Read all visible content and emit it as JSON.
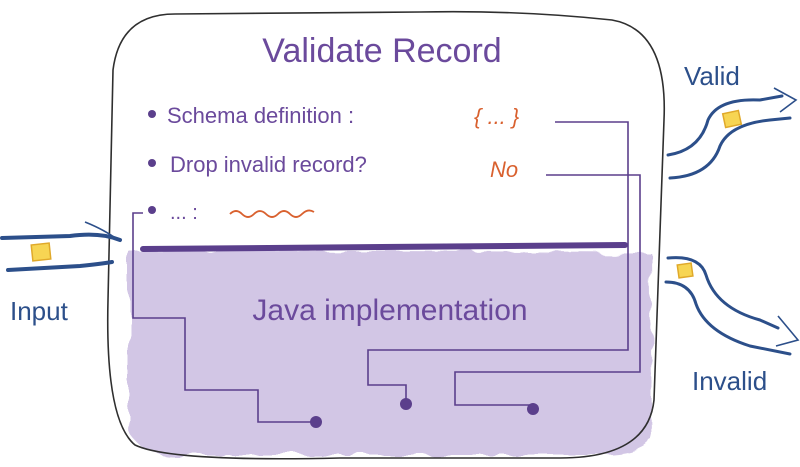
{
  "title": "Validate Record",
  "properties": [
    {
      "label": "Schema definition :",
      "value": "{ ... }"
    },
    {
      "label": "Drop invalid record?",
      "value": "No"
    },
    {
      "label": "... :",
      "value": ""
    }
  ],
  "implementation": "Java implementation",
  "input_label": "Input",
  "outputs": {
    "valid": "Valid",
    "invalid": "Invalid"
  },
  "colors": {
    "purple": "#6b4a9c",
    "lavender_fill": "#cbbde1",
    "blue": "#2c4f8a",
    "orange": "#d9612f",
    "record_yellow": "#f7d553"
  }
}
